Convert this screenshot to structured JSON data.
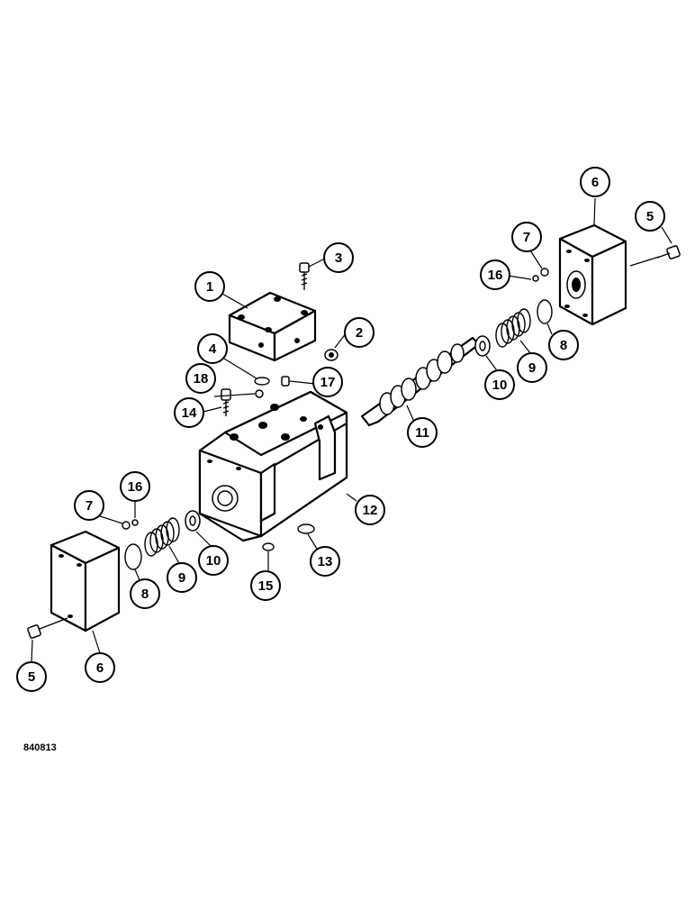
{
  "figure_ref": "840813",
  "callouts": [
    {
      "num": "1"
    },
    {
      "num": "2"
    },
    {
      "num": "3"
    },
    {
      "num": "4"
    },
    {
      "num": "5"
    },
    {
      "num": "5"
    },
    {
      "num": "6"
    },
    {
      "num": "6"
    },
    {
      "num": "7"
    },
    {
      "num": "7"
    },
    {
      "num": "8"
    },
    {
      "num": "8"
    },
    {
      "num": "9"
    },
    {
      "num": "9"
    },
    {
      "num": "10"
    },
    {
      "num": "10"
    },
    {
      "num": "11"
    },
    {
      "num": "12"
    },
    {
      "num": "13"
    },
    {
      "num": "14"
    },
    {
      "num": "15"
    },
    {
      "num": "16"
    },
    {
      "num": "16"
    },
    {
      "num": "17"
    },
    {
      "num": "18"
    }
  ]
}
